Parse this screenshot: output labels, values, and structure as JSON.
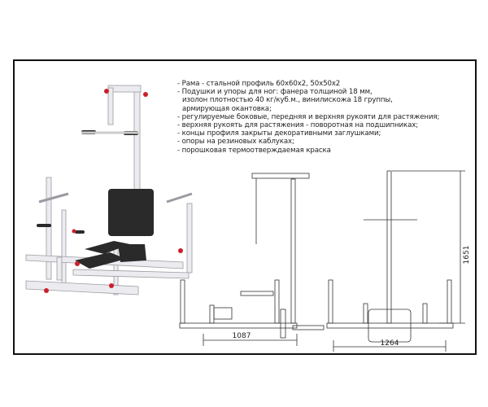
{
  "specs": [
    "- Рама - стальной профиль 60х60х2, 50х50х2",
    "- Подушки и упоры для ног: фанера толщиной 18 мм,",
    "изолон плотностью 40 кг/куб.м., винилискожа 18 группы,",
    "армирующая окантовка;",
    "- регулируемые боковые, передняя и верхняя рукояти для растяжения;",
    "- верхняя рукоять для растяжения - поворотная на подшипниках;",
    "- концы профиля закрыты декоративными заглушками;",
    "- опоры на резиновых каблуках;",
    "- порошковая термоотверждаемая краска"
  ],
  "dimensions": {
    "side_length": "1087",
    "front_width": "1264",
    "height": "1651"
  },
  "colors": {
    "frame": "#e8e8ec",
    "pad": "#2a2a2a",
    "accent": "#cc1f2a"
  }
}
